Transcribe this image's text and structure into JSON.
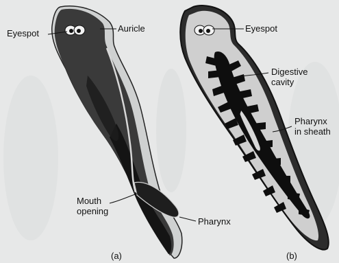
{
  "figure_a": {
    "caption": "(a)",
    "labels": {
      "eyespot": "Eyespot",
      "auricle": "Auricle",
      "mouth_line1": "Mouth",
      "mouth_line2": "opening",
      "pharynx": "Pharynx"
    }
  },
  "figure_b": {
    "caption": "(b)",
    "labels": {
      "eyespot": "Eyespot",
      "digestive_line1": "Digestive",
      "digestive_line2": "cavity",
      "pharynx_line1": "Pharynx",
      "pharynx_line2": "in sheath"
    }
  },
  "colors": {
    "background": "#e7e8e8",
    "body_dark": "#3b3b3b",
    "body_darker": "#1a1a1a",
    "outline": "#111111",
    "gut": "#0e0e0e"
  }
}
